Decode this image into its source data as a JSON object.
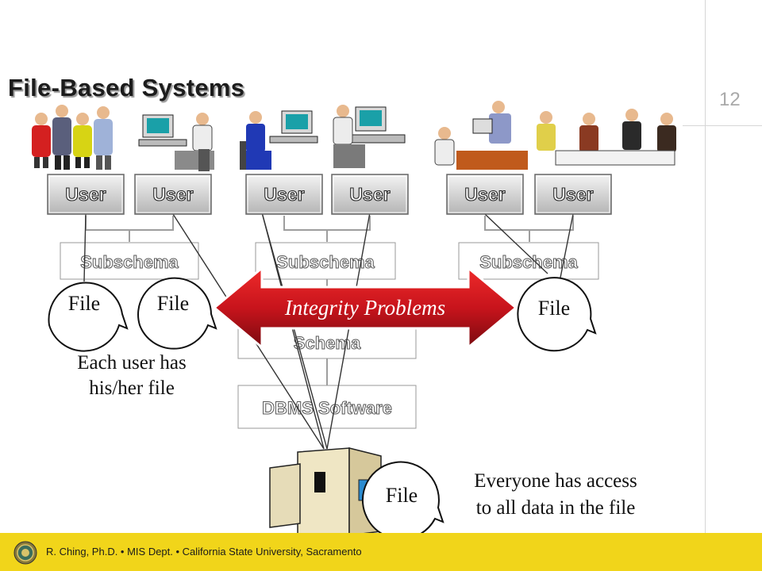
{
  "slide": {
    "title": "File-Based Systems",
    "page_number": "12"
  },
  "users": [
    "User",
    "User",
    "User",
    "User",
    "User",
    "User"
  ],
  "subschemas": [
    "Subschema",
    "Subschema",
    "Subschema"
  ],
  "schema_label": "Schema",
  "dbms_label": "DBMS Software",
  "files": [
    "File",
    "File",
    "File",
    "File"
  ],
  "integrity_label": "Integrity Problems",
  "annotations": {
    "each_user_line1": "Each user has",
    "each_user_line2": "his/her file",
    "everyone_line1": "Everyone has access",
    "everyone_line2": "to all data in the file"
  },
  "footer": {
    "text": "R. Ching, Ph.D. • MIS Dept. • California State University, Sacramento"
  },
  "colors": {
    "footer_bg": "#f1d51a",
    "arrow_red": "#c8141c",
    "button_gray": "#d8d8d8"
  },
  "icons": [
    "people-group-icon",
    "computer-user-icon",
    "meeting-icon",
    "mainframe-icon",
    "university-seal-icon"
  ]
}
